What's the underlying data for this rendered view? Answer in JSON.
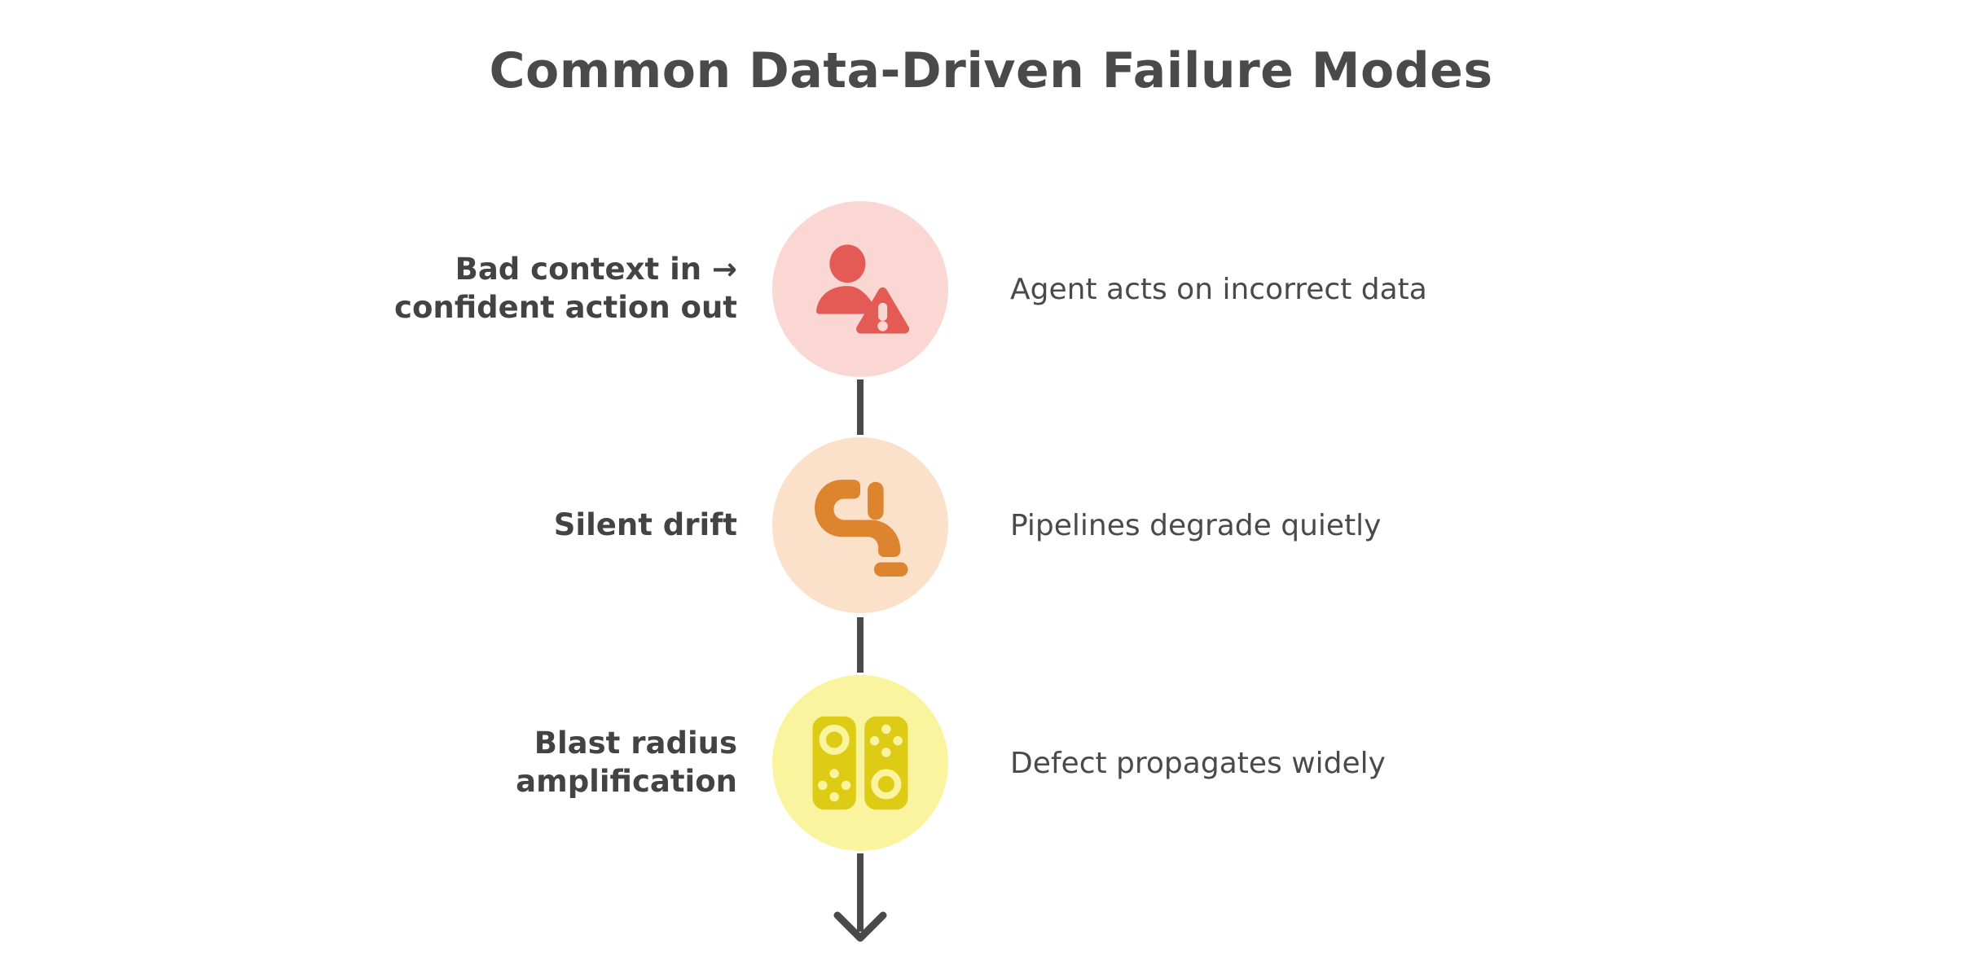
{
  "page": {
    "title": "Common Data-Driven Failure Modes",
    "background_color": "#FFFFFF",
    "text_color": "#4A4A4A",
    "connector_color": "#4A4A4A",
    "layout": "vertical-timeline",
    "arrow_direction": "down"
  },
  "rows": [
    {
      "label": "Bad context in →\nconfident action out",
      "description": "Agent acts on incorrect data",
      "icon_name": "user-warning-icon",
      "bubble_color": "#FBD7D4",
      "icon_color": "#E45B55"
    },
    {
      "label": "Silent drift",
      "description": "Pipelines degrade quietly",
      "icon_name": "pipe-icon",
      "bubble_color": "#FBE0CA",
      "icon_color": "#DD842E"
    },
    {
      "label": "Blast radius\namplification",
      "description": "Defect propagates widely",
      "icon_name": "domino-icon",
      "bubble_color": "#FAF49F",
      "icon_color": "#DDCB16"
    }
  ]
}
